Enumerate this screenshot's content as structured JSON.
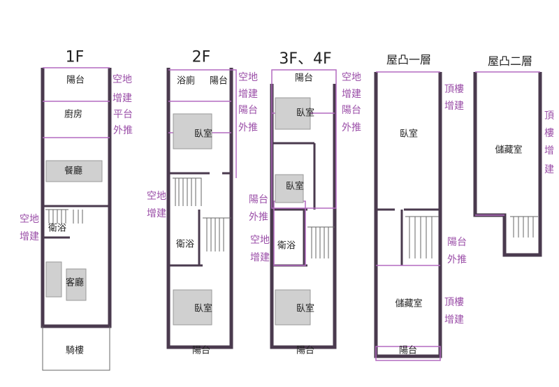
{
  "colors": {
    "wall": "#4a3a4e",
    "annotation": "#9b4fa8",
    "furniture": "#cfcfcf"
  },
  "floors": [
    {
      "title": "1F",
      "rooms": [
        "陽台",
        "廚房",
        "餐廳",
        "衛浴",
        "客廳",
        "騎樓"
      ],
      "notes_right": [
        "空地",
        "增建",
        "平台",
        "外推"
      ],
      "notes_left": [
        "空地",
        "增建"
      ]
    },
    {
      "title": "2F",
      "rooms": [
        "浴廁",
        "陽台",
        "臥室",
        "衛浴",
        "臥室",
        "陽台"
      ],
      "notes_right": [
        "空地",
        "增建",
        "陽台",
        "外推"
      ],
      "notes_left": [
        "空地",
        "增建"
      ]
    },
    {
      "title": "3F、4F",
      "rooms": [
        "陽台",
        "臥室",
        "臥室",
        "衛浴",
        "臥室",
        "陽台"
      ],
      "notes_right": [
        "空地",
        "增建",
        "陽台",
        "外推"
      ],
      "notes_left": [
        "陽台",
        "外推",
        "空地",
        "增建"
      ]
    },
    {
      "title": "屋凸一層",
      "rooms": [
        "臥室",
        "儲藏室",
        "陽台"
      ],
      "notes_right": [
        "頂樓",
        "增建",
        "陽台",
        "外推",
        "頂樓",
        "增建"
      ]
    },
    {
      "title": "屋凸二層",
      "rooms": [
        "儲藏室"
      ],
      "notes_right": [
        "頂",
        "樓",
        "增",
        "建"
      ]
    }
  ]
}
